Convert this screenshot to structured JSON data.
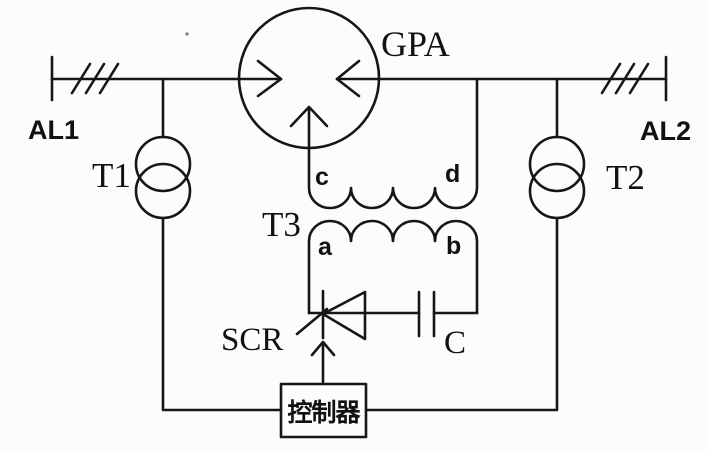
{
  "meta": {
    "kind": "circuit-schematic",
    "background": "#fcfcfc",
    "line_color": "#161616",
    "text_color": "#111111"
  },
  "labels": {
    "gpa": "GPA",
    "al1": "AL1",
    "al2": "AL2",
    "t1": "T1",
    "t2": "T2",
    "t3": "T3",
    "scr": "SCR",
    "capacitor": "C",
    "controller": "控制器",
    "terminal_a": "a",
    "terminal_b": "b",
    "terminal_c": "c",
    "terminal_d": "d"
  },
  "components": [
    {
      "name": "AL1",
      "type": "transmission-line-terminal-with-hatch-marks"
    },
    {
      "name": "AL2",
      "type": "transmission-line-terminal-with-hatch-marks"
    },
    {
      "name": "GPA",
      "type": "rotary-phase-regulator-circle-with-three-inward-arrows"
    },
    {
      "name": "T1",
      "type": "two-circle-transformer"
    },
    {
      "name": "T2",
      "type": "two-circle-transformer"
    },
    {
      "name": "T3",
      "type": "two-winding-transformer",
      "windings": [
        [
          "c",
          "d"
        ],
        [
          "a",
          "b"
        ]
      ]
    },
    {
      "name": "SCR",
      "type": "thyristor-with-gate-arrow-from-controller"
    },
    {
      "name": "C",
      "type": "capacitor"
    },
    {
      "name": "控制器",
      "type": "controller-box"
    }
  ]
}
